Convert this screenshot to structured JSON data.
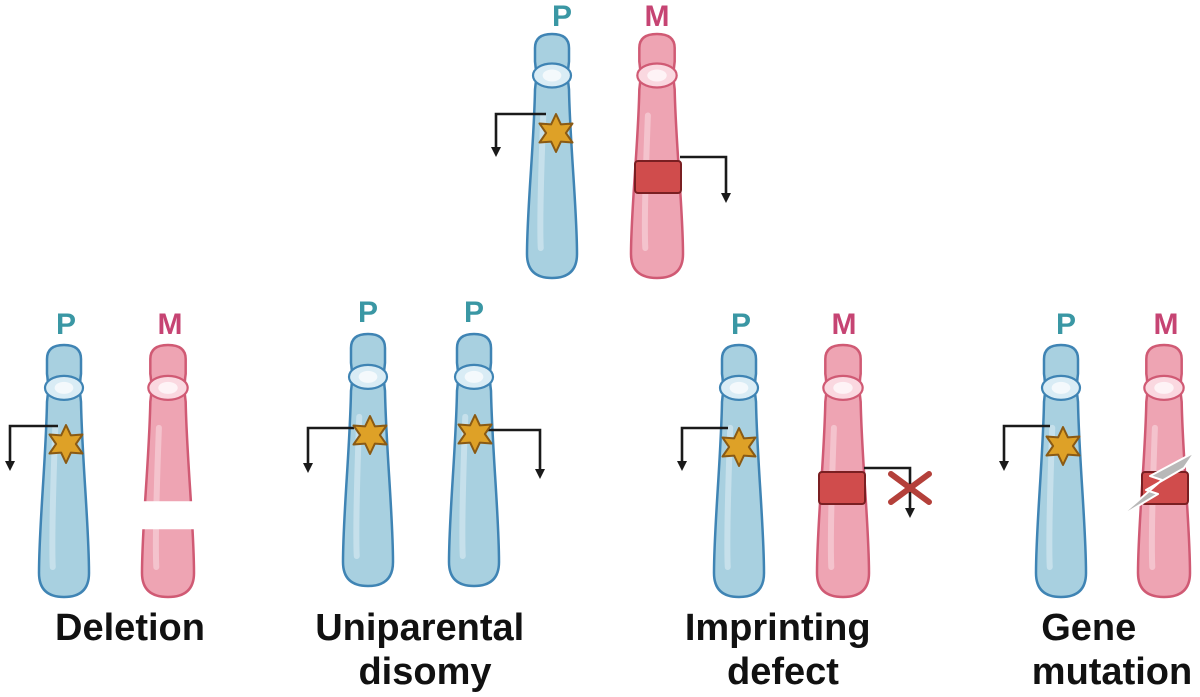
{
  "colors": {
    "paternal_label": "#3a97a4",
    "maternal_label": "#c64473",
    "paternal_fill": "#a8d0e0",
    "paternal_stroke": "#3f84b4",
    "paternal_band": "#d9ecf5",
    "maternal_fill": "#eea4b3",
    "maternal_stroke": "#d05a74",
    "maternal_band": "#fad8e0",
    "star_fill": "#dea127",
    "star_stroke": "#8a5a14",
    "imprint_box": "#d04c4c",
    "imprint_box_stroke": "#7a1f22",
    "arrow": "#1a1a1a",
    "cross": "#b4403a",
    "lightning": "#b8b8b8"
  },
  "icons": {
    "active_gene": "star-icon",
    "imprinted_gene": "silenced-gene-box",
    "blocked_expression": "cross-icon",
    "mutation": "lightning-icon"
  },
  "top": {
    "paternal_label": "P",
    "maternal_label": "M"
  },
  "panels": [
    {
      "id": "deletion",
      "labels": [
        "P",
        "M"
      ],
      "caption": [
        "Deletion"
      ]
    },
    {
      "id": "uniparental-disomy",
      "labels": [
        "P",
        "P"
      ],
      "caption": [
        "Uniparental",
        "disomy"
      ]
    },
    {
      "id": "imprinting-defect",
      "labels": [
        "P",
        "M"
      ],
      "caption": [
        "Imprinting",
        "defect"
      ]
    },
    {
      "id": "gene-mutation",
      "labels": [
        "P",
        "M"
      ],
      "caption": [
        "Gene",
        "mutation"
      ]
    }
  ]
}
